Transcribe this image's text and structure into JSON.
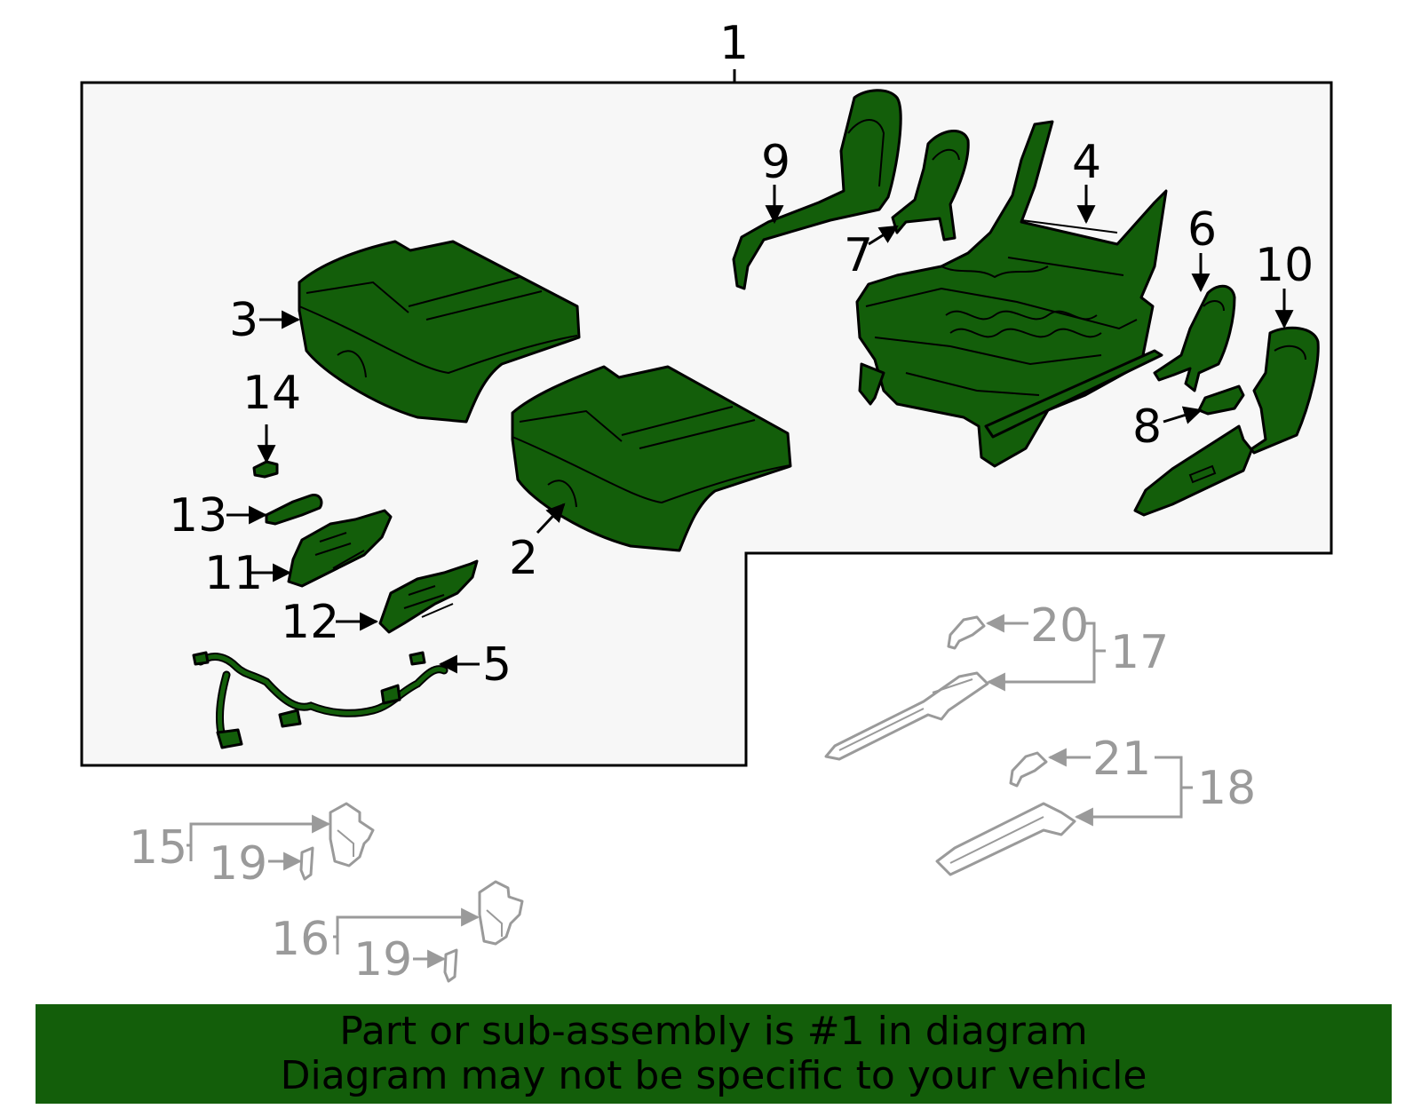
{
  "callouts": {
    "c1": "1",
    "c2": "2",
    "c3": "3",
    "c4": "4",
    "c5": "5",
    "c6": "6",
    "c7": "7",
    "c8": "8",
    "c9": "9",
    "c10": "10",
    "c11": "11",
    "c12": "12",
    "c13": "13",
    "c14": "14",
    "c15": "15",
    "c16": "16",
    "c17": "17",
    "c18": "18",
    "c19a": "19",
    "c19b": "19",
    "c20": "20",
    "c21": "21"
  },
  "banner": {
    "line1": "Part or sub-assembly is #1 in diagram",
    "line2": "Diagram may not be specific to your vehicle"
  },
  "colors": {
    "part_fill": "#135e0a",
    "banner_bg": "#135e0a",
    "ghost_stroke": "#9a9a9a",
    "panel_bg": "#f7f7f7"
  }
}
